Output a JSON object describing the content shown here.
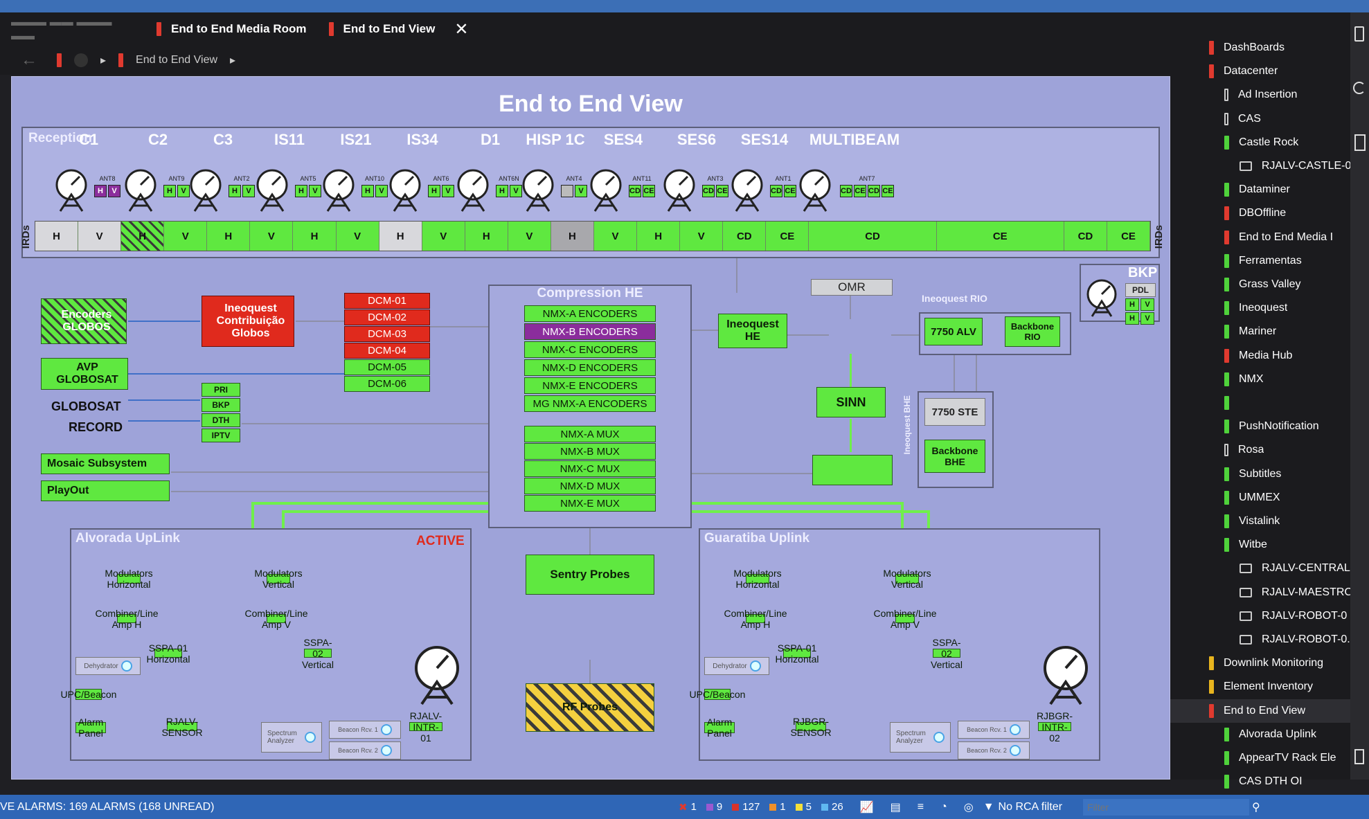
{
  "tabs": {
    "tab1": "End to End Media Room",
    "tab2": "End to End View"
  },
  "nav": {
    "breadcrumb": "End to End View"
  },
  "canvas": {
    "title": "End to End View",
    "reception_label": "Reception",
    "irds_left": "IRDs",
    "irds_right": "IRDs"
  },
  "satellites": [
    {
      "name": "C1",
      "ant": "ANT8",
      "pol": [
        "H",
        "V"
      ]
    },
    {
      "name": "C2",
      "ant": "ANT9",
      "pol": [
        "H",
        "V"
      ]
    },
    {
      "name": "C3",
      "ant": "ANT2",
      "pol": [
        "H",
        "V"
      ]
    },
    {
      "name": "IS11",
      "ant": "ANT5",
      "pol": [
        "H",
        "V"
      ]
    },
    {
      "name": "IS21",
      "ant": "ANT10",
      "pol": [
        "H",
        "V"
      ]
    },
    {
      "name": "IS34",
      "ant": "ANT6",
      "pol": [
        "H",
        "V"
      ]
    },
    {
      "name": "D1",
      "ant": "ANT6N",
      "pol": [
        "H",
        "V"
      ]
    },
    {
      "name": "HISP 1C",
      "ant": "ANT4",
      "pol": [
        "",
        "V"
      ]
    },
    {
      "name": "SES4",
      "ant": "ANT11",
      "pol": [
        "CD",
        "CE"
      ]
    },
    {
      "name": "SES6",
      "ant": "ANT3",
      "pol": [
        "CD",
        "CE"
      ]
    },
    {
      "name": "SES14",
      "ant": "ANT1",
      "pol": [
        "CD",
        "CE"
      ]
    },
    {
      "name": "MULTIBEAM",
      "ant": "ANT7",
      "pol": [
        "CD",
        "CE",
        "CD",
        "CE"
      ]
    }
  ],
  "irds": [
    "H",
    "V",
    "H",
    "V",
    "H",
    "V",
    "H",
    "V",
    "H",
    "V",
    "H",
    "V",
    "H",
    "V",
    "H",
    "V",
    "CD",
    "CE",
    "CD",
    "CE",
    "CD",
    "CE"
  ],
  "left_blocks": {
    "encoders": "Encoders GLOBOS",
    "avp": "AVP GLOBOSAT",
    "globosat": "GLOBOSAT",
    "record": "RECORD",
    "mosaic": "Mosaic Subsystem",
    "playout": "PlayOut",
    "ineoquest_contrib": "Ineoquest Contribuição Globos",
    "pri": "PRI",
    "bkp": "BKP",
    "dth": "DTH",
    "iptv": "IPTV"
  },
  "dcm": [
    "DCM-01",
    "DCM-02",
    "DCM-03",
    "DCM-04",
    "DCM-05",
    "DCM-06"
  ],
  "compression": {
    "title": "Compression HE",
    "encoders": [
      "NMX-A ENCODERS",
      "NMX-B ENCODERS",
      "NMX-C ENCODERS",
      "NMX-D ENCODERS",
      "NMX-E ENCODERS",
      "MG NMX-A ENCODERS"
    ],
    "mux": [
      "NMX-A MUX",
      "NMX-B MUX",
      "NMX-C MUX",
      "NMX-D MUX",
      "NMX-E MUX"
    ]
  },
  "right_blocks": {
    "omr": "OMR",
    "ineoquest_he": "Ineoquest HE",
    "ineoquest_rio": "Ineoquest RIO",
    "alv": "7750 ALV",
    "backbone_rio": "Backbone RIO",
    "sinn": "SINN",
    "ste": "7750 STE",
    "backbone_bhe": "Backbone BHE",
    "ineoquest_bhe": "Ineoquest BHE",
    "bkp_title": "BKP",
    "pdl": "PDL"
  },
  "center_bottom": {
    "sentry": "Sentry Probes",
    "rf": "RF Probes"
  },
  "alvorada": {
    "title": "Alvorada UpLink",
    "status": "ACTIVE",
    "mod_h": "Modulators Horizontal",
    "mod_v": "Modulators Vertical",
    "comb_h": "Combiner/Line Amp H",
    "comb_v": "Combiner/Line Amp V",
    "dehyd": "Dehydrator",
    "sspa1": "SSPA-01 Horizontal",
    "sspa2": "SSPA-02 Vertical",
    "upc": "UPC/Beacon",
    "alarm": "Alarm Panel",
    "sensor": "RJALV-SENSOR",
    "spectrum": "Spectrum Analyzer",
    "beacon1": "Beacon Rcv. 1",
    "beacon2": "Beacon Rcv. 2",
    "intr": "RJALV-INTR-01"
  },
  "guaratiba": {
    "title": "Guaratiba Uplink",
    "mod_h": "Modulators Horizontal",
    "mod_v": "Modulators Vertical",
    "comb_h": "Combiner/Line Amp H",
    "comb_v": "Combiner/Line Amp V",
    "dehyd": "Dehydrator",
    "sspa1": "SSPA-01 Horizontal",
    "sspa2": "SSPA-02 Vertical",
    "upc": "UPC/Beacon",
    "alarm": "Alarm Panel",
    "sensor": "RJBGR-SENSOR",
    "spectrum": "Spectrum Analyzer",
    "beacon1": "Beacon Rcv. 1",
    "beacon2": "Beacon Rcv. 2",
    "intr": "RJBGR-INTR-02"
  },
  "sidebar": [
    {
      "label": "DashBoards",
      "color": "#e03a2f",
      "level": 0
    },
    {
      "label": "Datacenter",
      "color": "#e03a2f",
      "level": 0
    },
    {
      "label": "Ad Insertion",
      "color": "none",
      "level": 1
    },
    {
      "label": "CAS",
      "color": "none",
      "level": 1
    },
    {
      "label": "Castle Rock",
      "color": "#4fd23b",
      "level": 1
    },
    {
      "label": "RJALV-CASTLE-0",
      "color": "sub",
      "level": 2
    },
    {
      "label": "Dataminer",
      "color": "#4fd23b",
      "level": 1
    },
    {
      "label": "DBOffline",
      "color": "#e03a2f",
      "level": 1
    },
    {
      "label": "End to End Media I",
      "color": "#e03a2f",
      "level": 1
    },
    {
      "label": "Ferramentas",
      "color": "#4fd23b",
      "level": 1
    },
    {
      "label": "Grass Valley",
      "color": "#4fd23b",
      "level": 1
    },
    {
      "label": "Ineoquest",
      "color": "#4fd23b",
      "level": 1
    },
    {
      "label": "Mariner",
      "color": "#4fd23b",
      "level": 1
    },
    {
      "label": "Media Hub",
      "color": "#e03a2f",
      "level": 1
    },
    {
      "label": "NMX",
      "color": "#4fd23b",
      "level": 1
    },
    {
      "label": "",
      "color": "#4fd23b",
      "level": 1
    },
    {
      "label": "PushNotification",
      "color": "#4fd23b",
      "level": 1
    },
    {
      "label": "Rosa",
      "color": "none",
      "level": 1
    },
    {
      "label": "Subtitles",
      "color": "#4fd23b",
      "level": 1
    },
    {
      "label": "UMMEX",
      "color": "#4fd23b",
      "level": 1
    },
    {
      "label": "Vistalink",
      "color": "#4fd23b",
      "level": 1
    },
    {
      "label": "Witbe",
      "color": "#4fd23b",
      "level": 1
    },
    {
      "label": "RJALV-CENTRAL",
      "color": "sub",
      "level": 2
    },
    {
      "label": "RJALV-MAESTRC",
      "color": "sub",
      "level": 2
    },
    {
      "label": "RJALV-ROBOT-0",
      "color": "sub",
      "level": 2
    },
    {
      "label": "RJALV-ROBOT-0.",
      "color": "sub",
      "level": 2
    },
    {
      "label": "Downlink Monitoring",
      "color": "#e8b41e",
      "level": 0
    },
    {
      "label": "Element Inventory",
      "color": "#e8b41e",
      "level": 0
    },
    {
      "label": "End to End View",
      "color": "#e03a2f",
      "level": 0,
      "selected": true
    },
    {
      "label": "Alvorada Uplink",
      "color": "#4fd23b",
      "level": 1
    },
    {
      "label": "AppearTV Rack Ele",
      "color": "#4fd23b",
      "level": 1
    },
    {
      "label": "CAS DTH OI",
      "color": "#4fd23b",
      "level": 1
    }
  ],
  "statusbar": {
    "alarms": "VE ALARMS: 169 ALARMS (168 UNREAD)",
    "c_red": "1",
    "c_purple": "9",
    "c_darkred": "127",
    "c_orange": "1",
    "c_yellow": "5",
    "c_blue": "26",
    "rca": "No RCA filter",
    "filter_placeholder": "Filter"
  }
}
